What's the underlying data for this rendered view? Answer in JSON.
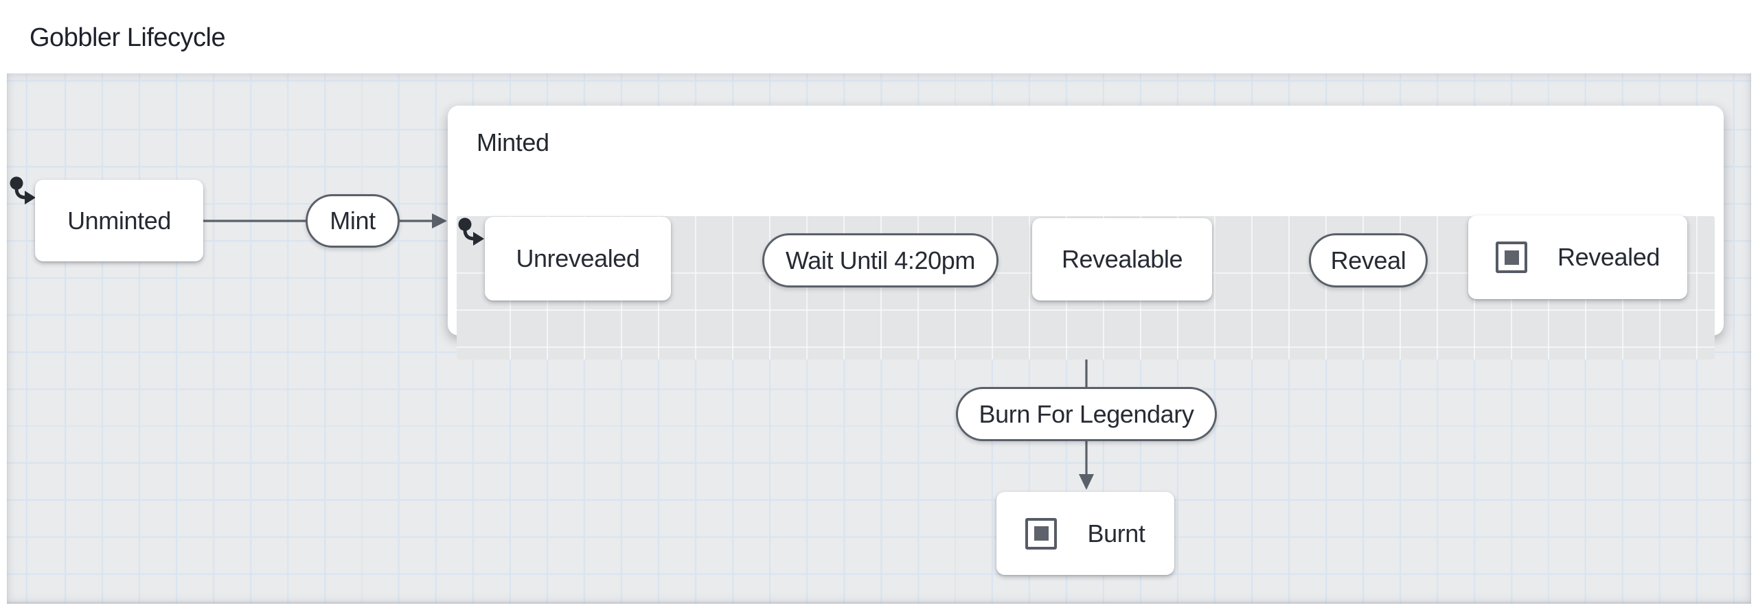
{
  "title": "Gobbler Lifecycle",
  "colors": {
    "page_bg": "#ffffff",
    "canvas_bg": "#e9ebed",
    "grid_line": "#d8e4f0",
    "node_bg": "#ffffff",
    "node_text": "#262a33",
    "edge": "#5a6069",
    "initial_marker": "#262a31",
    "compound_panel_bg": "#e3e5e7",
    "final_icon": "#5d626b"
  },
  "icons": {
    "initial_state": "dot-with-curved-arrow",
    "final_state": "square-in-square"
  },
  "diagram": {
    "type": "state-machine",
    "nodes": {
      "unminted": {
        "label": "Unminted",
        "kind": "state"
      },
      "mint": {
        "label": "Mint",
        "kind": "transition"
      },
      "minted": {
        "label": "Minted",
        "kind": "compound-state"
      },
      "unrevealed": {
        "label": "Unrevealed",
        "kind": "state",
        "parent": "Minted"
      },
      "wait_until_420pm": {
        "label": "Wait Until 4:20pm",
        "kind": "transition",
        "parent": "Minted"
      },
      "revealable": {
        "label": "Revealable",
        "kind": "state",
        "parent": "Minted"
      },
      "reveal": {
        "label": "Reveal",
        "kind": "transition",
        "parent": "Minted"
      },
      "revealed": {
        "label": "Revealed",
        "kind": "final-state",
        "parent": "Minted"
      },
      "burn_for_legendary": {
        "label": "Burn For Legendary",
        "kind": "transition"
      },
      "burnt": {
        "label": "Burnt",
        "kind": "final-state"
      }
    },
    "edges": [
      {
        "from": "initial",
        "to": "unminted"
      },
      {
        "from": "unminted",
        "to": "minted",
        "event": "Mint"
      },
      {
        "from": "initial",
        "to": "unrevealed"
      },
      {
        "from": "unrevealed",
        "to": "revealable",
        "event": "Wait Until 4:20pm"
      },
      {
        "from": "revealable",
        "to": "revealed",
        "event": "Reveal"
      },
      {
        "from": "revealable",
        "to": "burnt",
        "event": "Burn For Legendary"
      }
    ]
  }
}
